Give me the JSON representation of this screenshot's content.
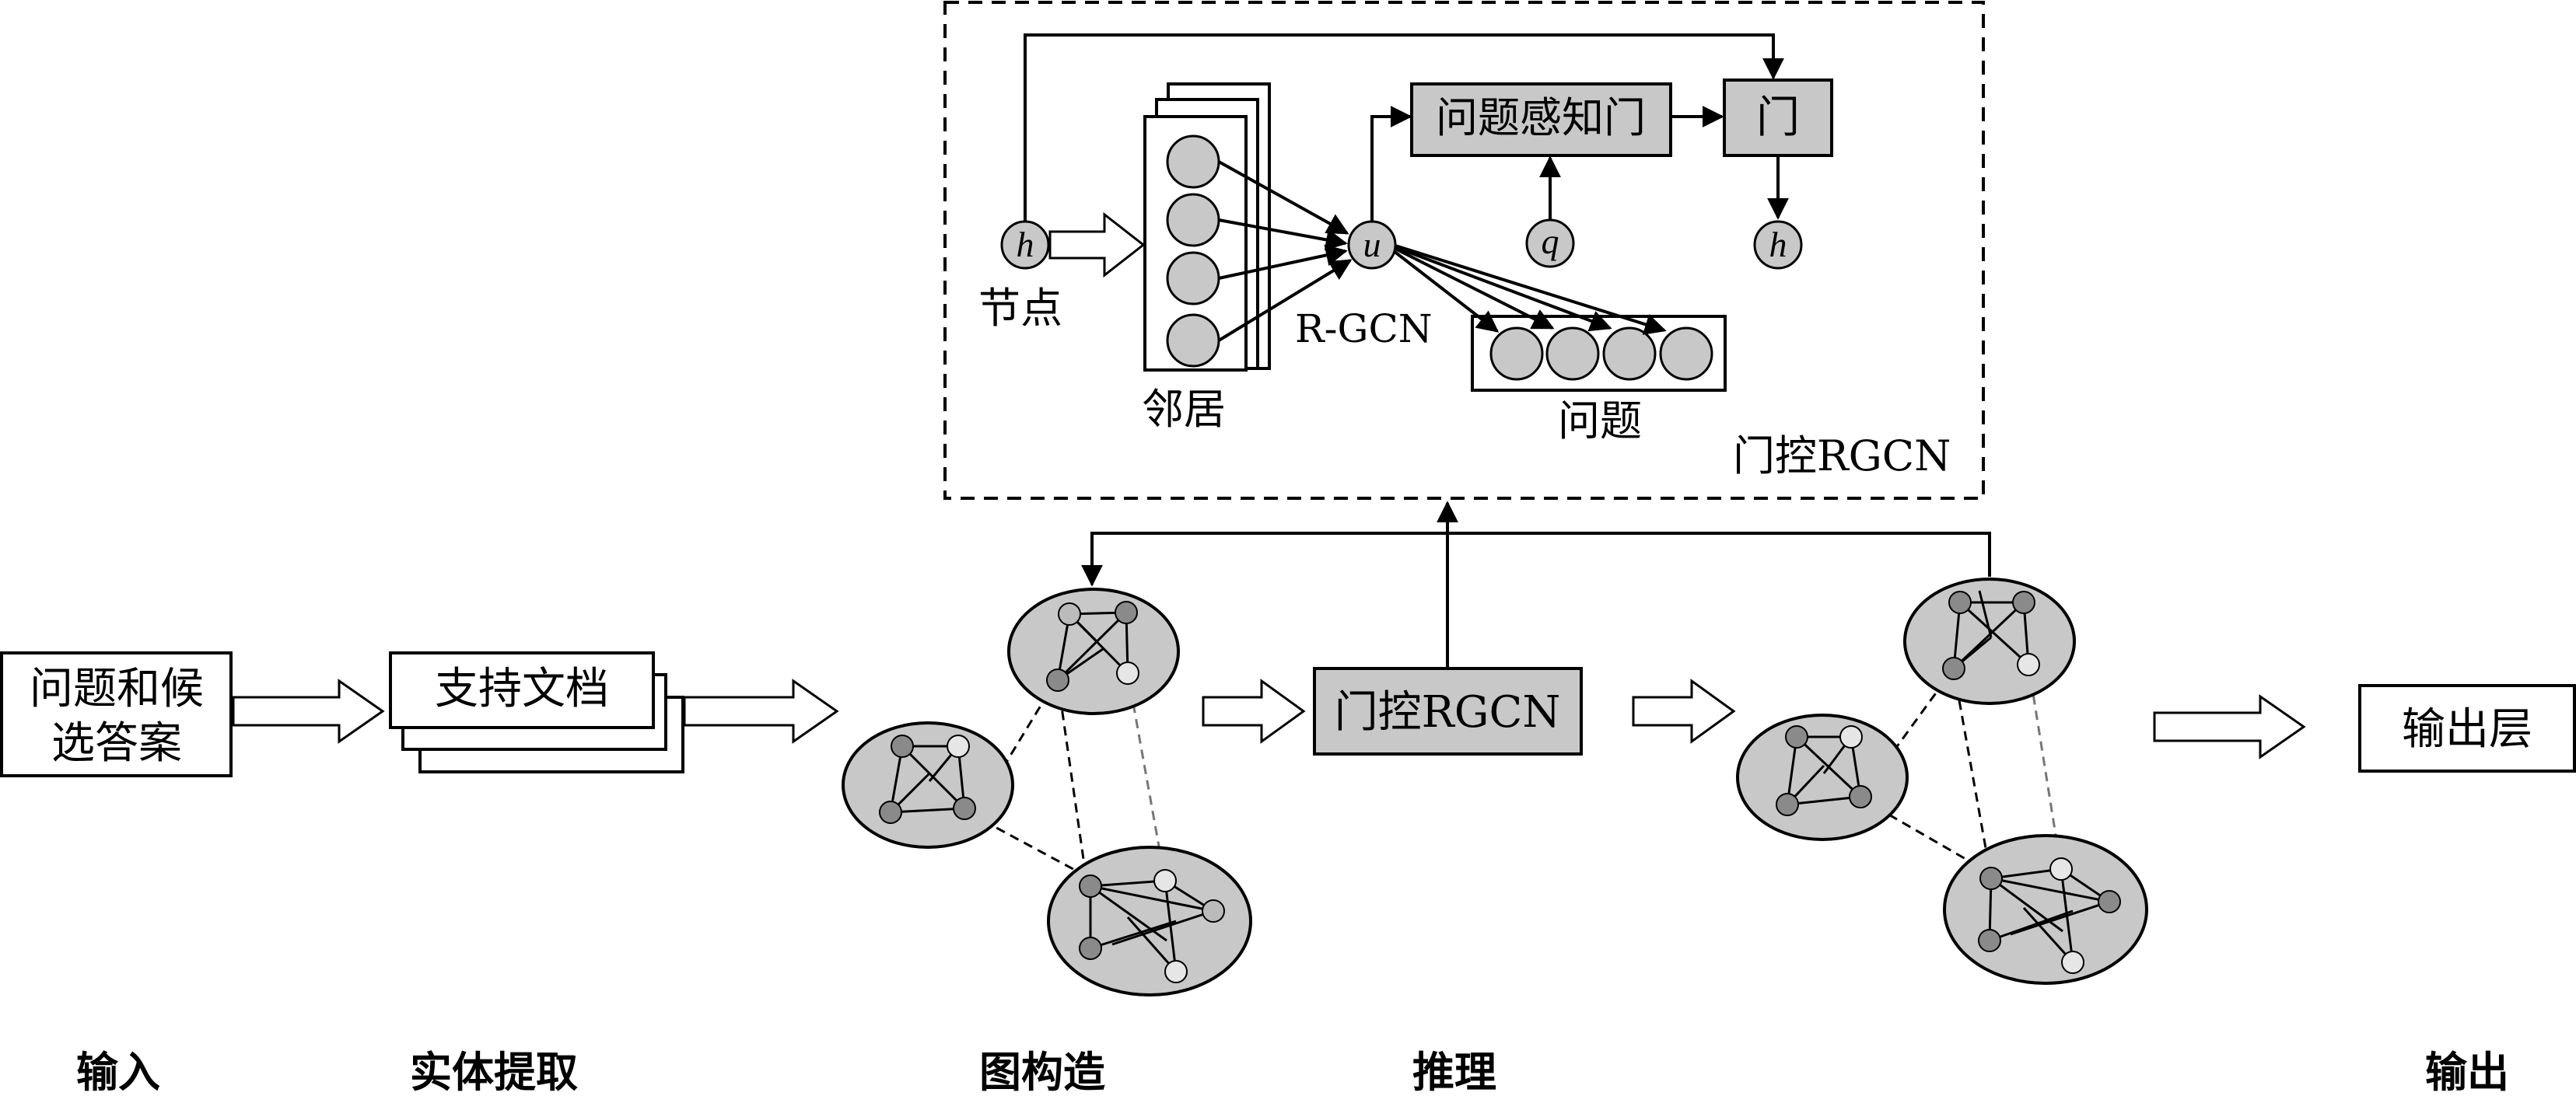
{
  "input_box": [
    "问题和候",
    "选答案"
  ],
  "doc_box": "支持文档",
  "rgcn_box": "门控RGCN",
  "output_box": "输出层",
  "detail": {
    "node_symbol": "h",
    "node_label": "节点",
    "neighbor_label": "邻居",
    "u_symbol": "u",
    "rgcn_label": "R-GCN",
    "question_gate": "问题感知门",
    "gate": "门",
    "q_symbol": "q",
    "h_out_symbol": "h",
    "question_label": "问题",
    "panel_title": "门控RGCN"
  },
  "stages": [
    "输入",
    "实体提取",
    "图构造",
    "推理",
    "输出"
  ],
  "colors": {
    "fill_gray": "#c8c8c8",
    "node_dark": "#8a8a8a",
    "node_light": "#e6e6e6",
    "stroke": "#000000"
  }
}
